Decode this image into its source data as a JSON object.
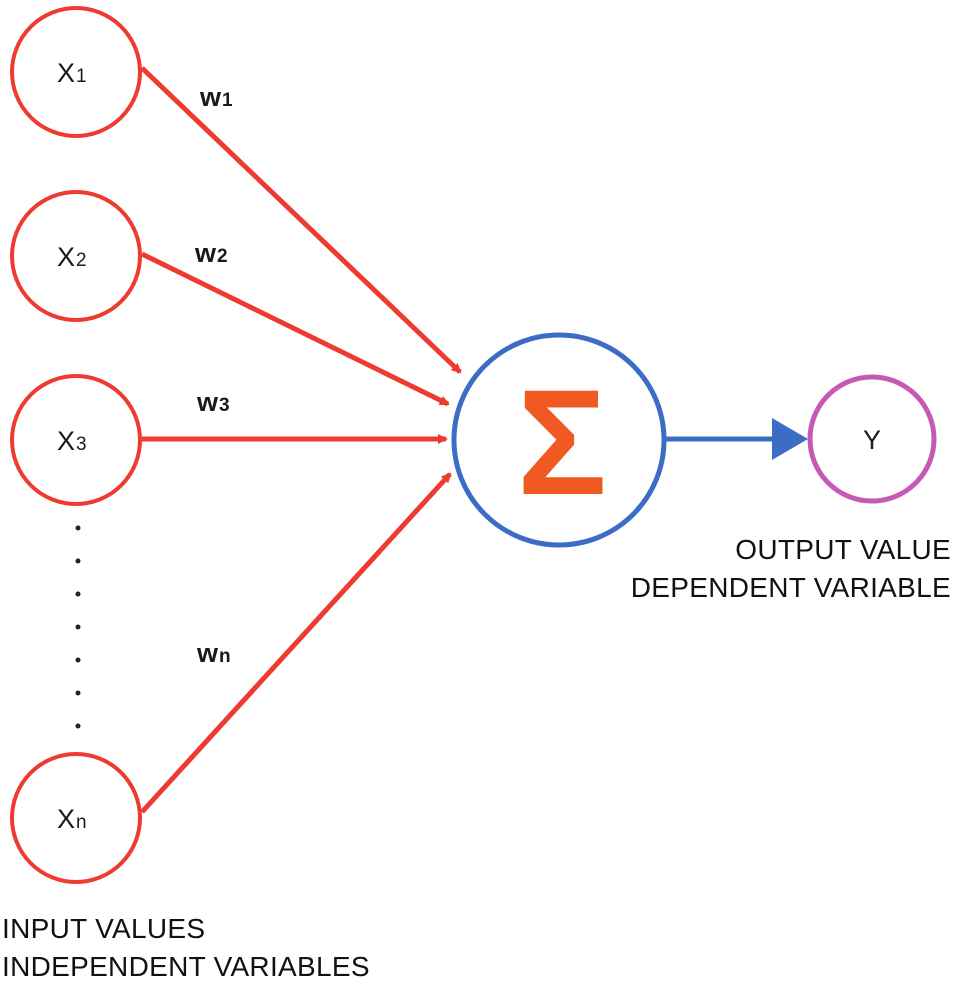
{
  "inputs": [
    {
      "base": "X",
      "sub": "1"
    },
    {
      "base": "X",
      "sub": "2"
    },
    {
      "base": "X",
      "sub": "3"
    },
    {
      "base": "X",
      "sub": "n"
    }
  ],
  "weights": [
    {
      "base": "w",
      "sub": "1"
    },
    {
      "base": "w",
      "sub": "2"
    },
    {
      "base": "w",
      "sub": "3"
    },
    {
      "base": "w",
      "sub": "n"
    }
  ],
  "sum_symbol": "Σ",
  "output": {
    "label": "Y"
  },
  "captions": {
    "input_line1": "INPUT VALUES",
    "input_line2": "INDEPENDENT VARIABLES",
    "output_line1": "OUTPUT VALUE",
    "output_line2": "DEPENDENT VARIABLE"
  },
  "colors": {
    "input": "#ee3b32",
    "sum": "#3d6cc4",
    "sigma": "#f05a22",
    "output": "#c35ab5",
    "output_arrow": "#3d6cc4"
  }
}
